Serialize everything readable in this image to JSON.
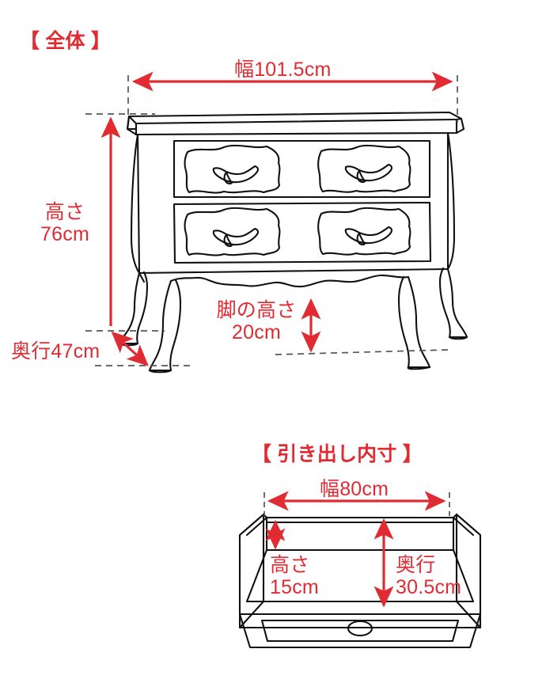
{
  "page": {
    "background_color": "#ffffff",
    "line_color": "#000000",
    "accent_color": "#e02b33",
    "guide_color": "#555555"
  },
  "sections": {
    "overall": {
      "title": "【 全体 】",
      "dimensions": {
        "width": "幅101.5cm",
        "height": "高さ\n76cm",
        "depth": "奥行47cm",
        "leg_height": "脚の高さ\n20cm"
      }
    },
    "drawer_inner": {
      "title": "【 引き出し内寸 】",
      "dimensions": {
        "width": "幅80cm",
        "height": "高さ\n15cm",
        "depth": "奥行\n30.5cm"
      }
    }
  },
  "icons": {
    "arrow_left": "arrow-left-icon",
    "arrow_right": "arrow-right-icon",
    "arrow_up": "arrow-up-icon",
    "arrow_down": "arrow-down-icon",
    "knob": "drawer-knob-icon"
  }
}
